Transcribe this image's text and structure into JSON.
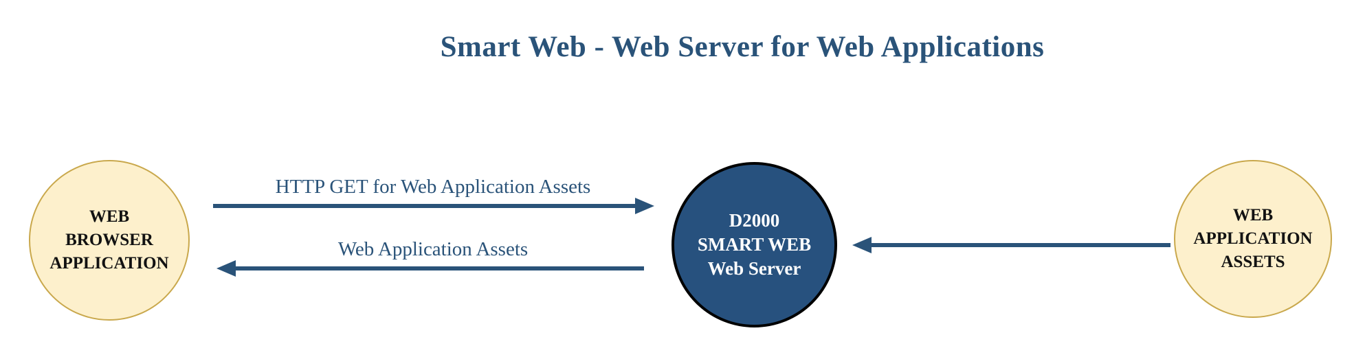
{
  "title": "Smart Web - Web Server for Web Applications",
  "colors": {
    "accent_blue": "#2a5379",
    "node_cream_fill": "#fdf0cc",
    "node_gold_border": "#c9a84c",
    "node_blue_fill": "#27517e",
    "node_blue_border": "#000000",
    "node_text_dark": "#121212",
    "node_text_white": "#ffffff"
  },
  "nodes": {
    "web_browser_application": {
      "lines": [
        "WEB",
        "BROWSER",
        "APPLICATION"
      ]
    },
    "d2000_smart_web": {
      "lines": [
        "D2000",
        "SMART WEB",
        "Web Server"
      ]
    },
    "web_application_assets": {
      "lines": [
        "WEB",
        "APPLICATION",
        "ASSETS"
      ]
    }
  },
  "arrows": {
    "http_get_request": {
      "label": "HTTP GET for Web Application Assets",
      "from": "web_browser_application",
      "to": "d2000_smart_web",
      "direction": "right"
    },
    "assets_response": {
      "label": "Web Application Assets",
      "from": "d2000_smart_web",
      "to": "web_browser_application",
      "direction": "left"
    },
    "assets_source": {
      "label": "",
      "from": "web_application_assets",
      "to": "d2000_smart_web",
      "direction": "left"
    }
  }
}
